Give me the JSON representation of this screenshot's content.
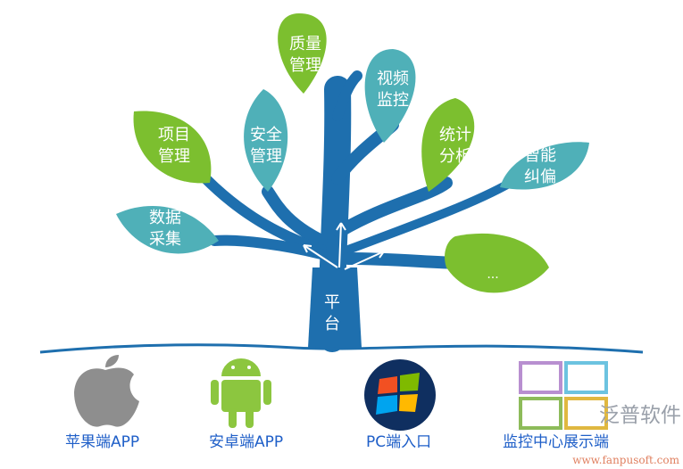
{
  "trunk_label": "平台",
  "colors": {
    "trunk": "#1e6fae",
    "leaf_green": "#7cbf2f",
    "leaf_teal": "#4fb0b8",
    "caption": "#1f5fc8"
  },
  "leaves": [
    {
      "line1": "质量",
      "line2": "管理"
    },
    {
      "line1": "视频",
      "line2": "监控"
    },
    {
      "line1": "项目",
      "line2": "管理"
    },
    {
      "line1": "安全",
      "line2": "管理"
    },
    {
      "line1": "统计",
      "line2": "分析"
    },
    {
      "line1": "智能",
      "line2": "纠偏"
    },
    {
      "line1": "数据",
      "line2": "采集"
    },
    {
      "line1": "...",
      "line2": ""
    }
  ],
  "platforms": [
    {
      "label": "苹果端APP",
      "icon": "apple-icon"
    },
    {
      "label": "安卓端APP",
      "icon": "android-icon"
    },
    {
      "label": "PC端入口",
      "icon": "windows-icon"
    },
    {
      "label": "监控中心展示端",
      "icon": "monitor-grid-icon"
    }
  ],
  "watermark": {
    "name": "泛普软件",
    "url": "www.fanpusoft.com"
  }
}
